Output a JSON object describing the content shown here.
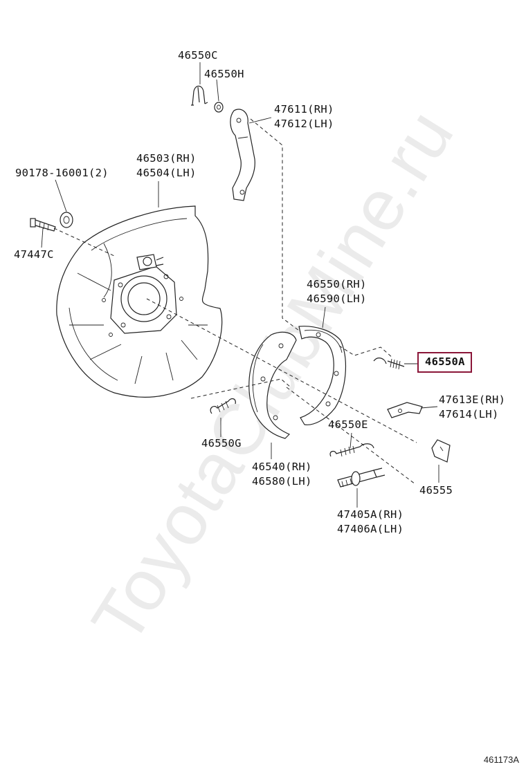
{
  "diagram": {
    "watermark": "ToyotaClubMine.ru",
    "diagram_id": "461173A",
    "accent_color": "#8a1538",
    "labels": [
      {
        "id": "46550C",
        "text": "46550C"
      },
      {
        "id": "46550H",
        "text": "46550H"
      },
      {
        "id": "47611",
        "text": "47611(RH)"
      },
      {
        "id": "47612",
        "text": "47612(LH)"
      },
      {
        "id": "46503",
        "text": "46503(RH)"
      },
      {
        "id": "46504",
        "text": "46504(LH)"
      },
      {
        "id": "90178",
        "text": "90178-16001(2)"
      },
      {
        "id": "47447C",
        "text": "47447C"
      },
      {
        "id": "46550",
        "text": "46550(RH)"
      },
      {
        "id": "46590",
        "text": "46590(LH)"
      },
      {
        "id": "46550A",
        "text": "46550A",
        "highlighted": true
      },
      {
        "id": "47613E",
        "text": "47613E(RH)"
      },
      {
        "id": "47614",
        "text": "47614(LH)"
      },
      {
        "id": "46550E",
        "text": "46550E"
      },
      {
        "id": "46550G",
        "text": "46550G"
      },
      {
        "id": "46540",
        "text": "46540(RH)"
      },
      {
        "id": "46580",
        "text": "46580(LH)"
      },
      {
        "id": "46555",
        "text": "46555"
      },
      {
        "id": "47405A",
        "text": "47405A(RH)"
      },
      {
        "id": "47406A",
        "text": "47406A(LH)"
      }
    ]
  }
}
